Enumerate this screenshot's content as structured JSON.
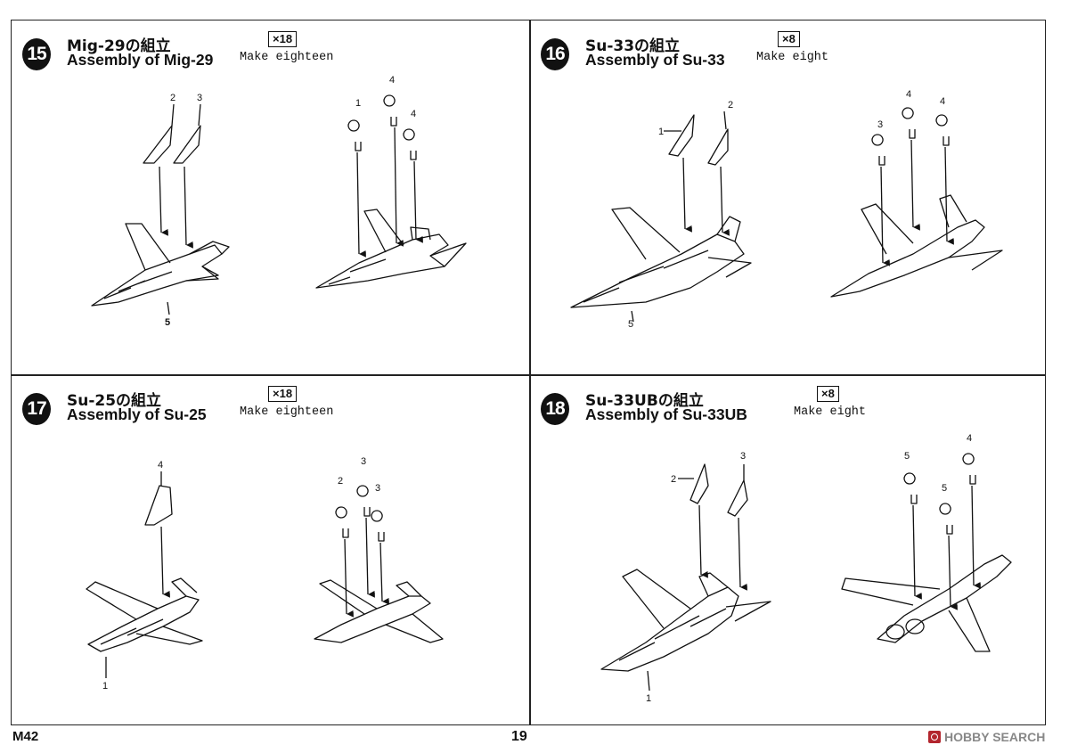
{
  "steps": [
    {
      "number": "15",
      "title_jp": "Mig-29の組立",
      "title_en": "Assembly of Mig-29",
      "quantity_badge": "×18",
      "quantity_text": "Make eighteen",
      "part_labels_left": [
        "2",
        "3",
        "5"
      ],
      "part_labels_right": [
        "1",
        "4",
        "4"
      ]
    },
    {
      "number": "16",
      "title_jp": "Su-33の組立",
      "title_en": "Assembly of Su-33",
      "quantity_badge": "×8",
      "quantity_text": "Make eight",
      "part_labels_left": [
        "1",
        "2",
        "5"
      ],
      "part_labels_right": [
        "3",
        "4",
        "4"
      ]
    },
    {
      "number": "17",
      "title_jp": "Su-25の組立",
      "title_en": "Assembly of Su-25",
      "quantity_badge": "×18",
      "quantity_text": "Make eighteen",
      "part_labels_left": [
        "4",
        "1"
      ],
      "part_labels_right": [
        "2",
        "3",
        "3"
      ]
    },
    {
      "number": "18",
      "title_jp": "Su-33UBの組立",
      "title_en": "Assembly of Su-33UB",
      "quantity_badge": "×8",
      "quantity_text": "Make eight",
      "part_labels_left": [
        "2",
        "3",
        "1"
      ],
      "part_labels_right": [
        "5",
        "5",
        "4"
      ]
    }
  ],
  "footer": {
    "code": "M42",
    "page_number": "19",
    "watermark_text": "HOBBY SEARCH"
  },
  "icons": {
    "step_badge": "filled-circle-number",
    "watermark_logo": "hobby-search-logo-icon"
  },
  "colors": {
    "ink": "#111111",
    "watermark": "#888888",
    "watermark_logo": "#b3262e"
  }
}
